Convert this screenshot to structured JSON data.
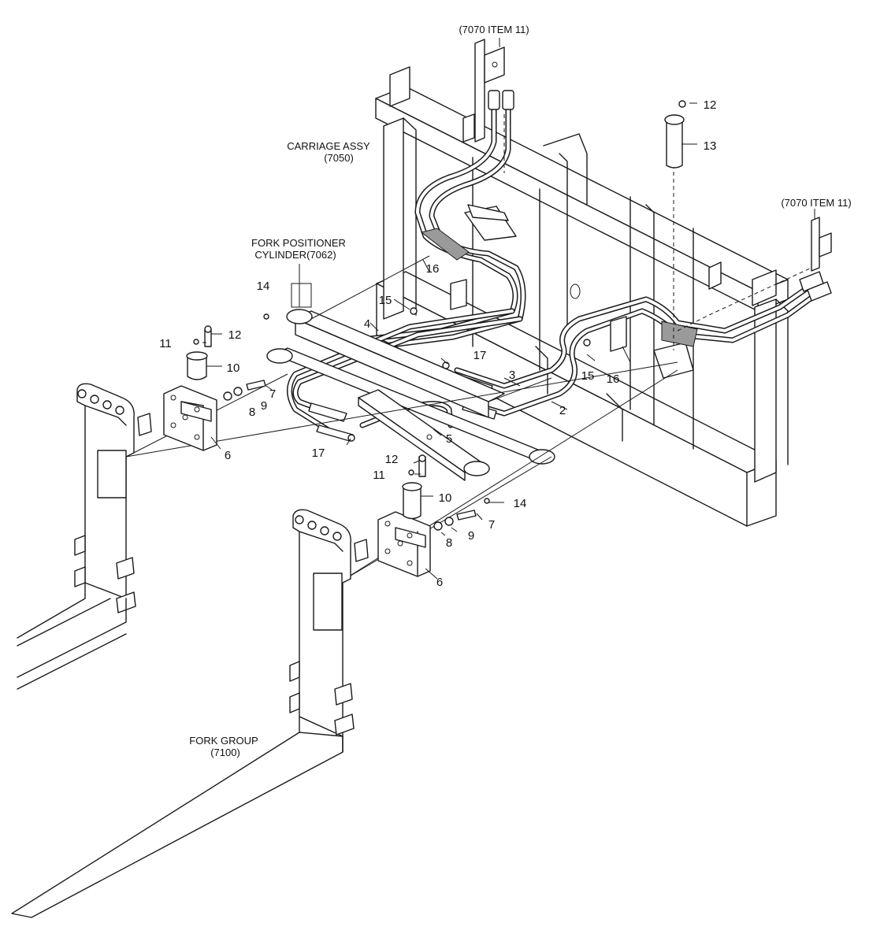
{
  "captions": {
    "item11_top": "(7070 ITEM 11)",
    "item11_right": "(7070 ITEM 11)",
    "carriage_line1": "CARRIAGE ASSY",
    "carriage_line2": "(7050)",
    "positioner_line1": "FORK POSITIONER",
    "positioner_line2": "CYLINDER(7062)",
    "fork_line1": "FORK GROUP",
    "fork_line2": "(7100)"
  },
  "callouts": {
    "c2": "2",
    "c3": "3",
    "c4": "4",
    "c5": "5",
    "c6_left": "6",
    "c6_right": "6",
    "c7_left": "7",
    "c7_right": "7",
    "c8_left": "8",
    "c8_right": "8",
    "c9_left": "9",
    "c9_right": "9",
    "c10_left": "10",
    "c10_right": "10",
    "c11_left": "11",
    "c11_right": "11",
    "c12_left": "12",
    "c12_right": "12",
    "c12_top": "12",
    "c13": "13",
    "c14_left": "14",
    "c14_right": "14",
    "c15_left": "15",
    "c15_right": "15",
    "c16_left": "16",
    "c16_right": "16",
    "c17_top": "17",
    "c17_bottom": "17"
  }
}
